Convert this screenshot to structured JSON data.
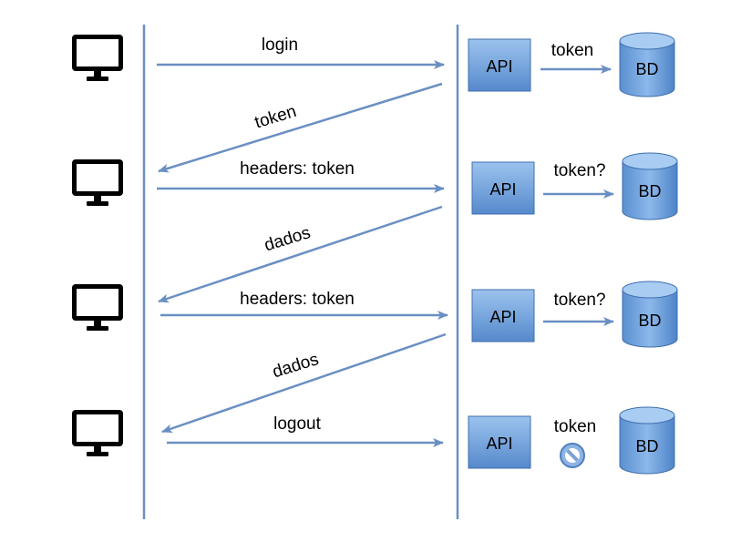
{
  "colors": {
    "arrow": "#6a8fc3",
    "lifeline": "#6a8fc3",
    "api_fill": "#5b92d3",
    "db_fill": "#5b92d3",
    "monitor": "#000000",
    "forbidden": "#7aa2d6"
  },
  "icons": {
    "client": "monitor-icon",
    "database": "database-icon",
    "forbidden": "no-entry-icon"
  },
  "steps": [
    {
      "request": "login",
      "response": "token",
      "api": "API",
      "db_check": "token",
      "db": "BD"
    },
    {
      "request": "headers: token",
      "response": "dados",
      "api": "API",
      "db_check": "token?",
      "db": "BD"
    },
    {
      "request": "headers: token",
      "response": "dados",
      "api": "API",
      "db_check": "token?",
      "db": "BD"
    },
    {
      "request": "logout",
      "api": "API",
      "db_check": "token",
      "db": "BD"
    }
  ]
}
